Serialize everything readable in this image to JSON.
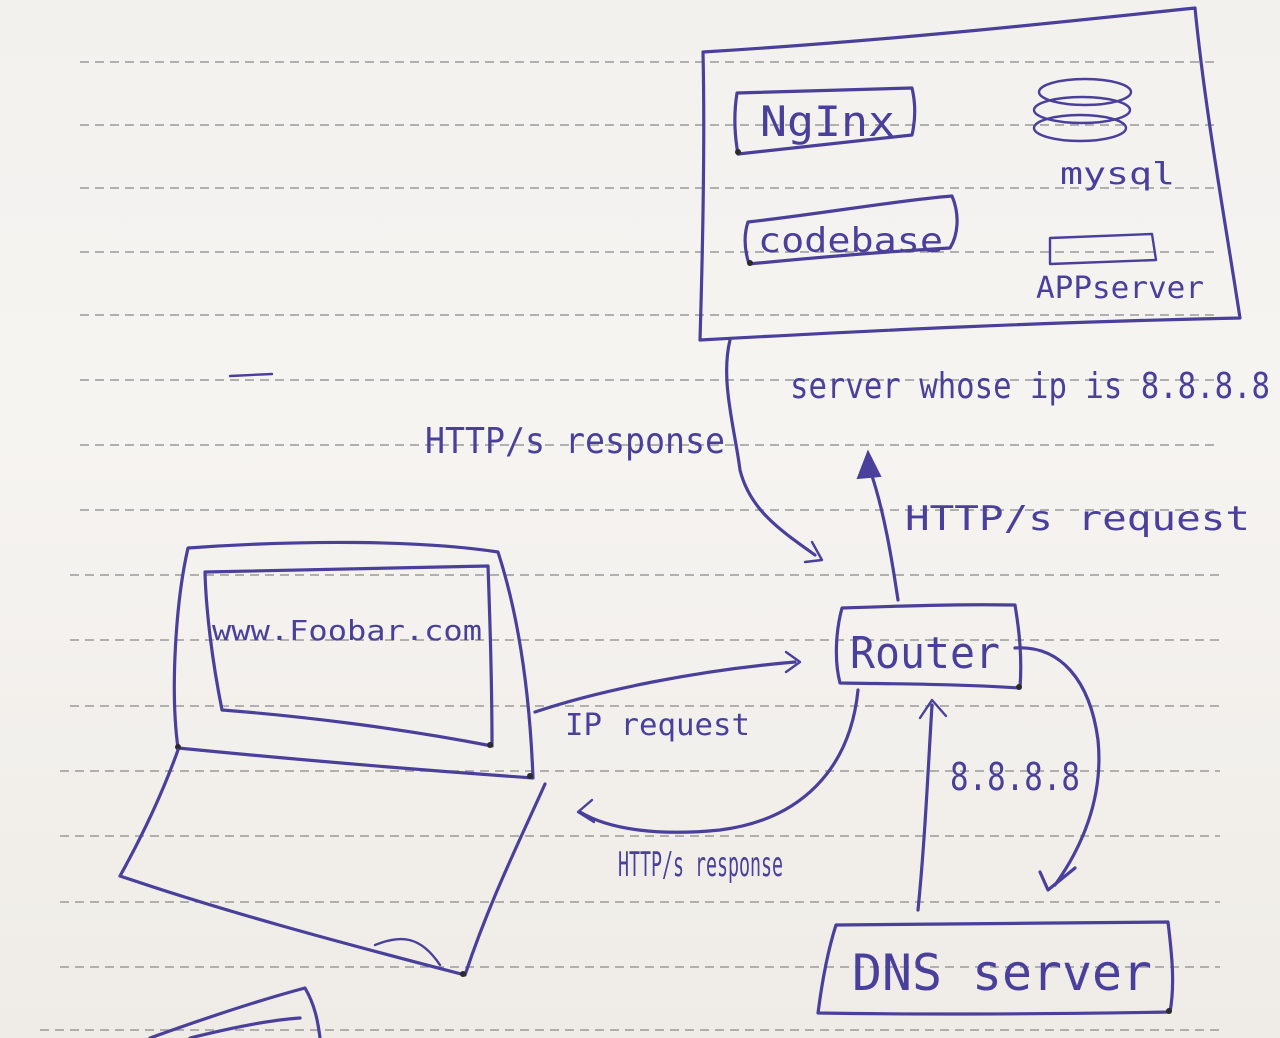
{
  "diagram": {
    "server_box": {
      "components": {
        "nginx": "NgInx",
        "mysql": "mysql",
        "codebase": "codebase",
        "appserver": "APPserver"
      },
      "caption": "server whose ip is 8.8.8.8"
    },
    "laptop": {
      "screen_text": "www.Foobar.com"
    },
    "router": {
      "label": "Router"
    },
    "dns": {
      "label": "DNS server"
    },
    "arrows": {
      "server_to_router": "HTTP/s response",
      "router_to_server": "HTTP/s request",
      "laptop_to_router": "IP request",
      "router_to_laptop": "HTTP/s response",
      "dns_to_router": "8.8.8.8"
    }
  },
  "style": {
    "ink_color": "#4a3f9a",
    "paper_color": "#f3f1ee"
  }
}
